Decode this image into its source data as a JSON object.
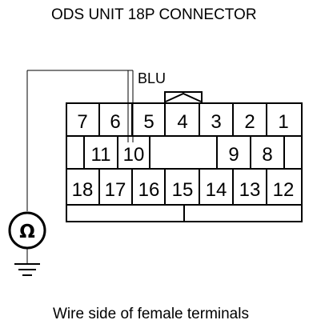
{
  "title": "ODS UNIT 18P CONNECTOR",
  "wire_label": "BLU",
  "caption": "Wire side of female terminals",
  "meter_symbol": "Ω",
  "ground_symbol": "ground-symbol",
  "connector": {
    "pins": [
      {
        "id": "pin-7",
        "label": "7"
      },
      {
        "id": "pin-6",
        "label": "6"
      },
      {
        "id": "pin-5",
        "label": "5"
      },
      {
        "id": "pin-4",
        "label": "4"
      },
      {
        "id": "pin-3",
        "label": "3"
      },
      {
        "id": "pin-2",
        "label": "2"
      },
      {
        "id": "pin-1",
        "label": "1"
      },
      {
        "id": "pin-11",
        "label": "11"
      },
      {
        "id": "pin-10",
        "label": "10"
      },
      {
        "id": "pin-9",
        "label": "9"
      },
      {
        "id": "pin-8",
        "label": "8"
      },
      {
        "id": "pin-18",
        "label": "18"
      },
      {
        "id": "pin-17",
        "label": "17"
      },
      {
        "id": "pin-16",
        "label": "16"
      },
      {
        "id": "pin-15",
        "label": "15"
      },
      {
        "id": "pin-14",
        "label": "14"
      },
      {
        "id": "pin-13",
        "label": "13"
      },
      {
        "id": "pin-12",
        "label": "12"
      }
    ]
  },
  "colors": {
    "ink": "#000000",
    "background": "#ffffff"
  }
}
